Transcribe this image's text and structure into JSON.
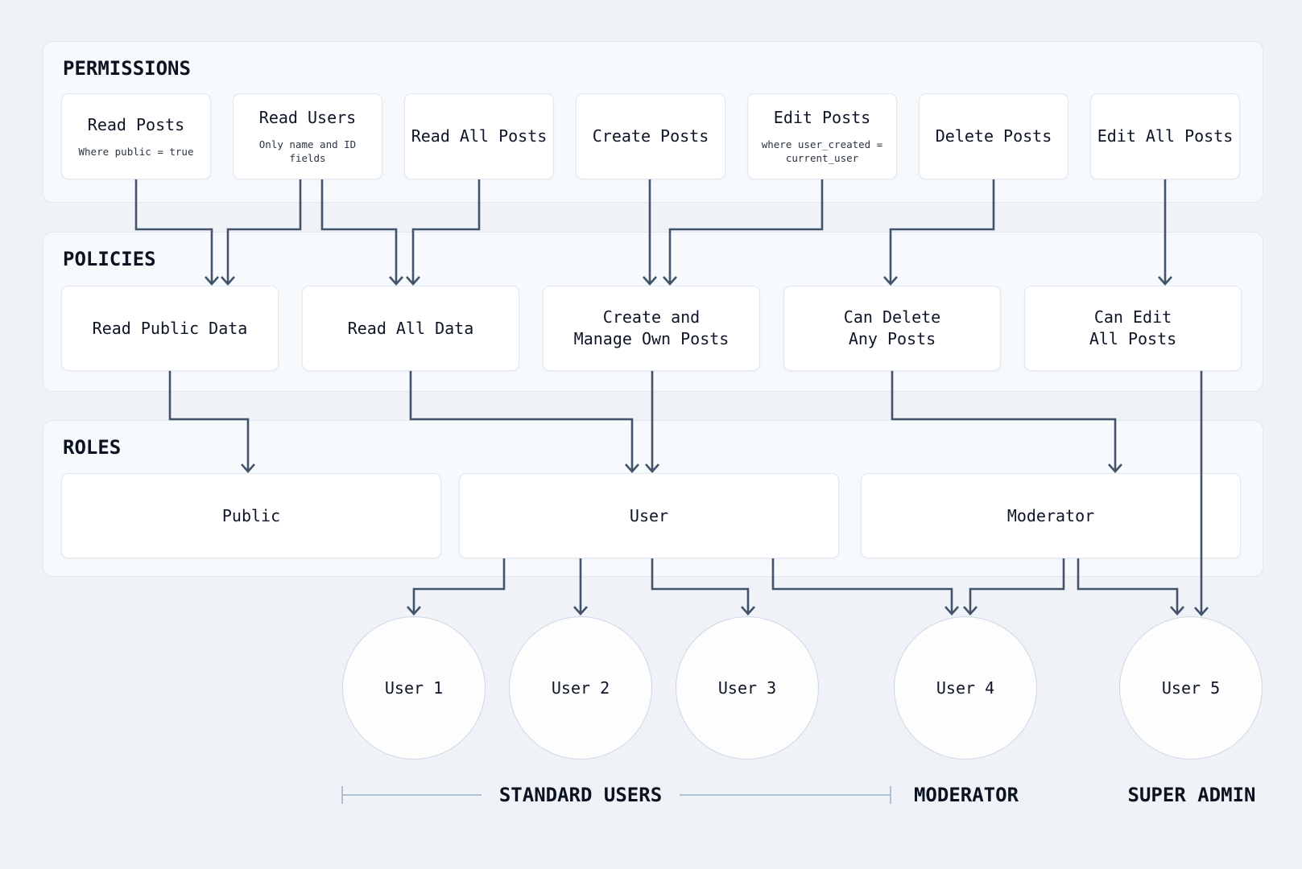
{
  "sections": {
    "permissions": {
      "title": "PERMISSIONS"
    },
    "policies": {
      "title": "POLICIES"
    },
    "roles": {
      "title": "ROLES"
    }
  },
  "permissions": [
    {
      "label": "Read Posts",
      "note": "Where public = true"
    },
    {
      "label": "Read Users",
      "note": "Only name and ID fields"
    },
    {
      "label": "Read All Posts",
      "note": ""
    },
    {
      "label": "Create Posts",
      "note": ""
    },
    {
      "label": "Edit Posts",
      "note": "where user_created = current_user"
    },
    {
      "label": "Delete Posts",
      "note": ""
    },
    {
      "label": "Edit All Posts",
      "note": ""
    }
  ],
  "policies": [
    {
      "line1": "Read Public Data",
      "line2": ""
    },
    {
      "line1": "Read All Data",
      "line2": ""
    },
    {
      "line1": "Create and",
      "line2": "Manage Own Posts"
    },
    {
      "line1": "Can Delete",
      "line2": "Any Posts"
    },
    {
      "line1": "Can Edit",
      "line2": "All Posts"
    }
  ],
  "roles": [
    {
      "label": "Public"
    },
    {
      "label": "User"
    },
    {
      "label": "Moderator"
    }
  ],
  "users": [
    {
      "label": "User 1"
    },
    {
      "label": "User 2"
    },
    {
      "label": "User 3"
    },
    {
      "label": "User 4"
    },
    {
      "label": "User 5"
    }
  ],
  "groups": [
    {
      "label": "STANDARD USERS"
    },
    {
      "label": "MODERATOR"
    },
    {
      "label": "SUPER ADMIN"
    }
  ],
  "colors": {
    "arrow": "#42536a",
    "panel_border": "#e2e8f0",
    "background": "#eff3f8"
  },
  "edges": [
    {
      "from": "Read Posts",
      "to": "Read Public Data"
    },
    {
      "from": "Read Users",
      "to": "Read Public Data"
    },
    {
      "from": "Read Users",
      "to": "Read All Data"
    },
    {
      "from": "Read All Posts",
      "to": "Read All Data"
    },
    {
      "from": "Create Posts",
      "to": "Create and Manage Own Posts"
    },
    {
      "from": "Edit Posts",
      "to": "Create and Manage Own Posts"
    },
    {
      "from": "Delete Posts",
      "to": "Can Delete Any Posts"
    },
    {
      "from": "Edit All Posts",
      "to": "Can Edit All Posts"
    },
    {
      "from": "Read Public Data",
      "to": "Public"
    },
    {
      "from": "Read All Data",
      "to": "User"
    },
    {
      "from": "Create and Manage Own Posts",
      "to": "User"
    },
    {
      "from": "Can Delete Any Posts",
      "to": "Moderator"
    },
    {
      "from": "Can Edit All Posts",
      "to": "User 5"
    },
    {
      "from": "User",
      "to": "User 1"
    },
    {
      "from": "User",
      "to": "User 2"
    },
    {
      "from": "User",
      "to": "User 3"
    },
    {
      "from": "User",
      "to": "User 4"
    },
    {
      "from": "Moderator",
      "to": "User 4"
    },
    {
      "from": "Moderator",
      "to": "User 5"
    }
  ]
}
